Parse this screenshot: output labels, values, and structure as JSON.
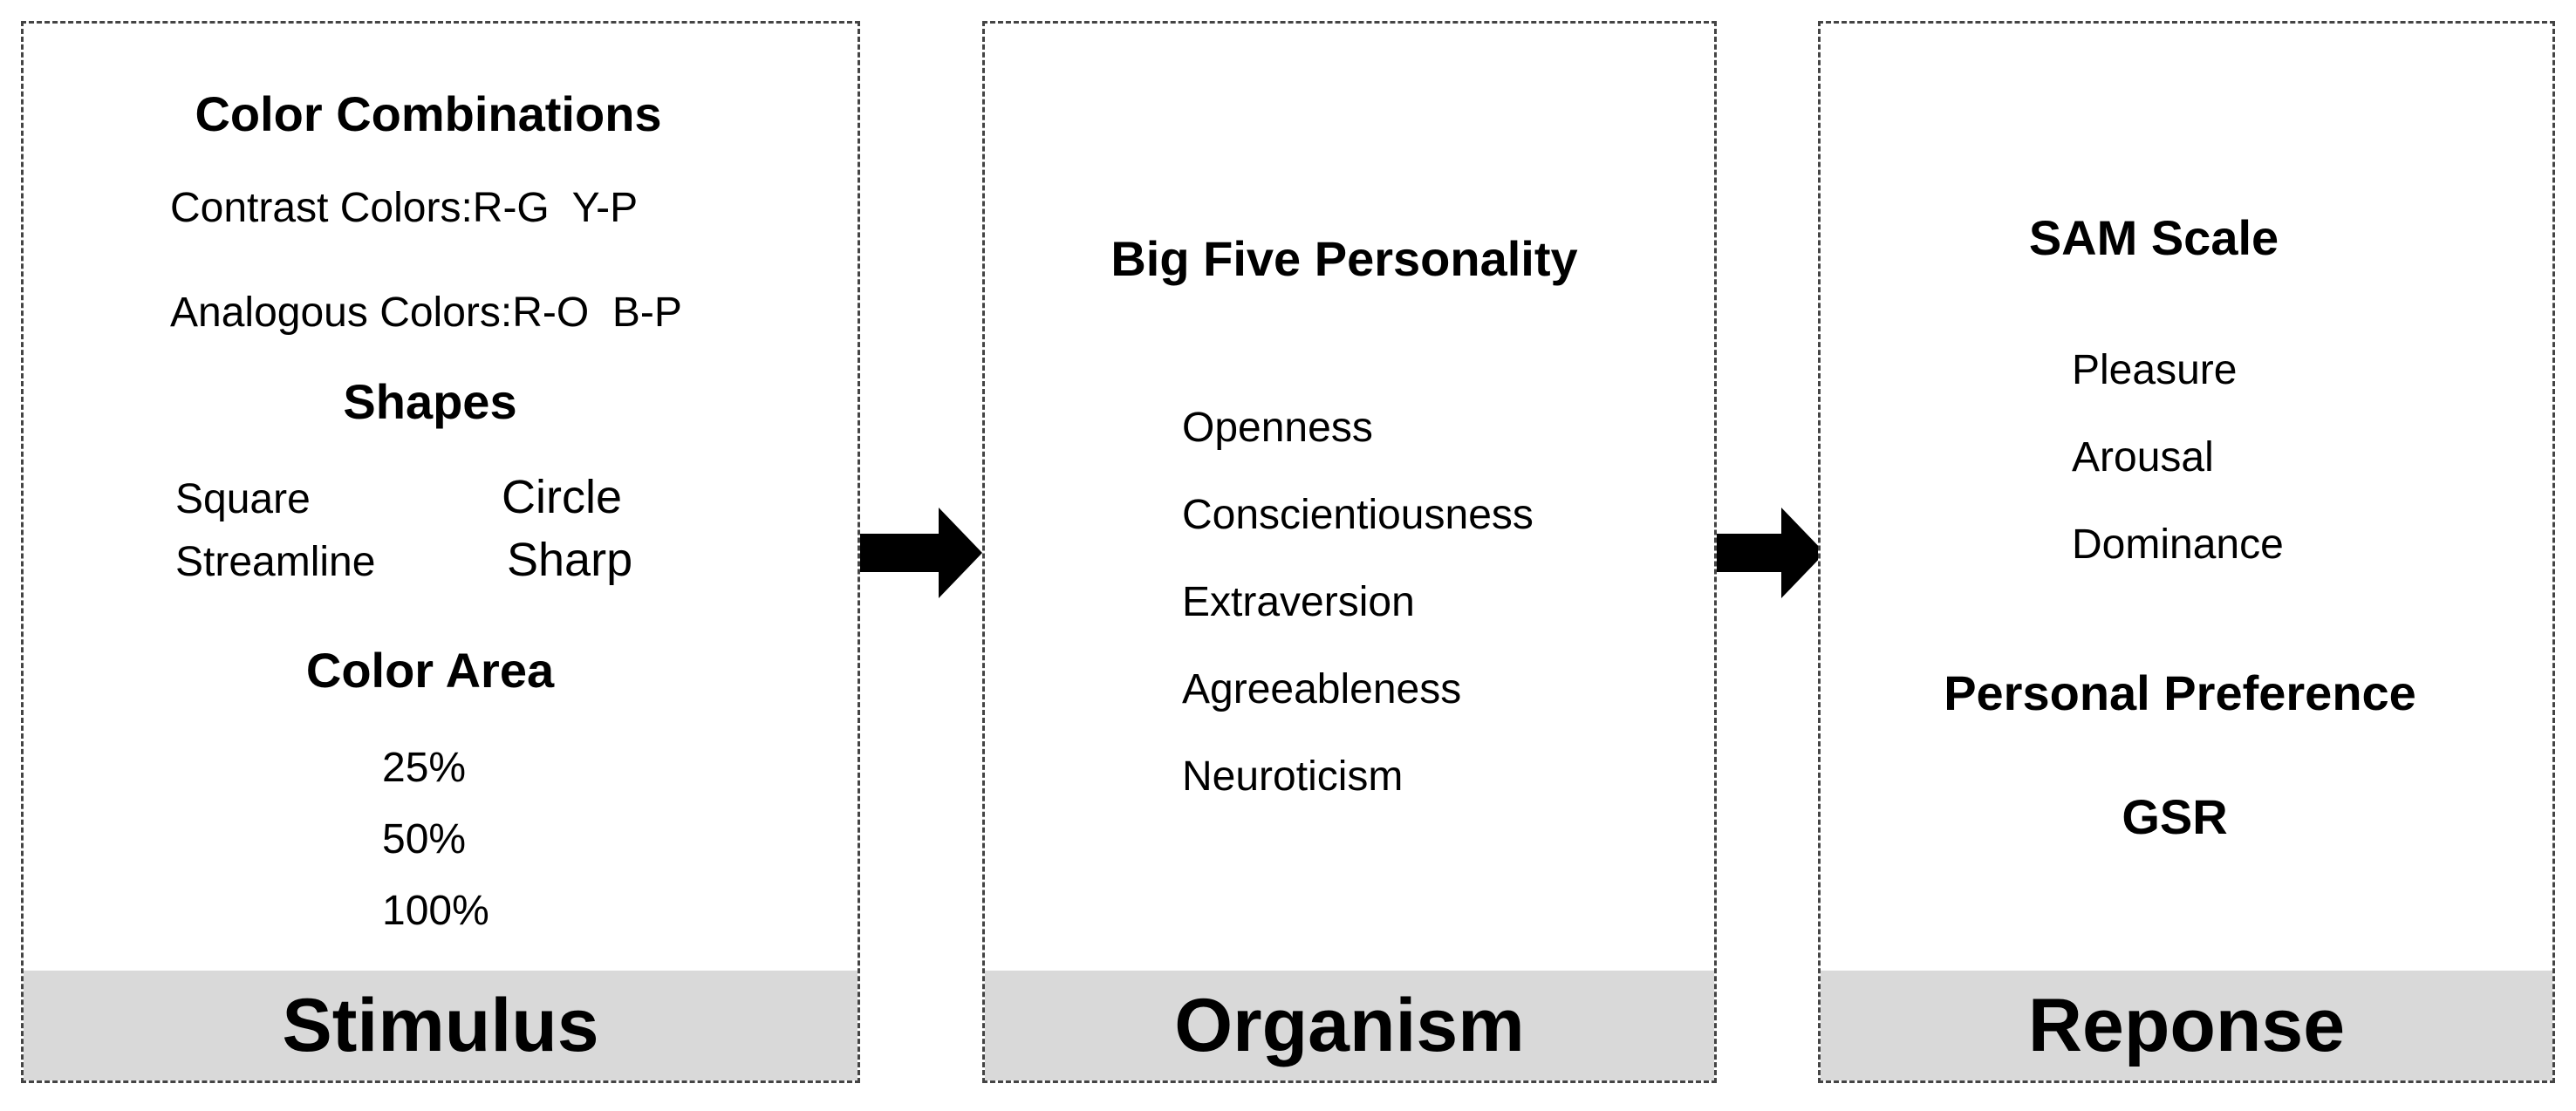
{
  "stimulus": {
    "footer": "Stimulus",
    "color_combinations": {
      "heading": "Color Combinations",
      "contrast": "Contrast Colors:R-G  Y-P",
      "analogous": "Analogous Colors:R-O  B-P"
    },
    "shapes": {
      "heading": "Shapes",
      "items": [
        "Square",
        "Circle",
        "Streamline",
        "Sharp"
      ]
    },
    "color_area": {
      "heading": "Color Area",
      "items": [
        "25%",
        "50%",
        "100%"
      ]
    }
  },
  "organism": {
    "footer": "Organism",
    "heading": "Big Five Personality",
    "items": [
      "Openness",
      "Conscientiousness",
      "Extraversion",
      "Agreeableness",
      "Neuroticism"
    ]
  },
  "response": {
    "footer": "Reponse",
    "sam": {
      "heading": "SAM Scale",
      "items": [
        "Pleasure",
        "Arousal",
        "Dominance"
      ]
    },
    "personal_preference": "Personal Preference",
    "gsr": "GSR"
  }
}
